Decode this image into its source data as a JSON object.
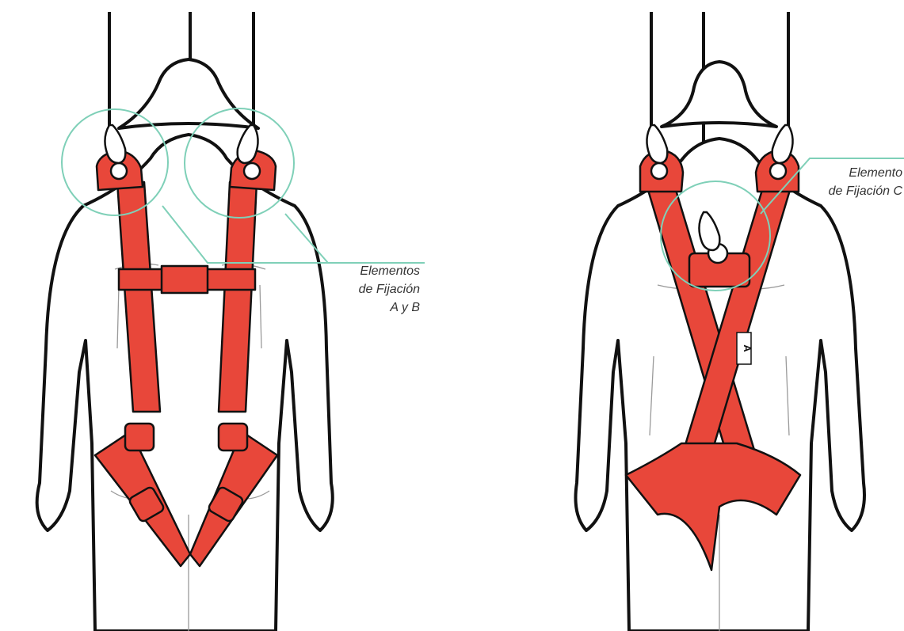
{
  "colors": {
    "strap": "#e8473a",
    "outline": "#111111",
    "circle": "#7fd0b8",
    "figure_fill": "#ffffff"
  },
  "callouts": {
    "ab": {
      "line1": "Elementos",
      "line2": "de Fijación",
      "line3": "A y B"
    },
    "c": {
      "line1": "Elemento",
      "line2": "de Fijación C"
    }
  },
  "label_tag": {
    "letter": "A"
  }
}
